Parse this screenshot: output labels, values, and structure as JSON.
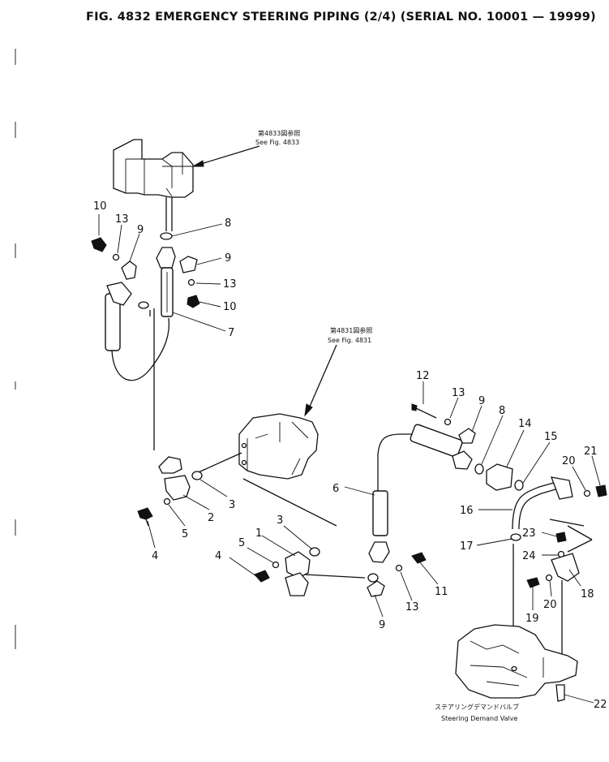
{
  "title": "FIG. 4832  EMERGENCY STEERING PIPING (2/4) (SERIAL NO. 10001 — 19999)",
  "references": {
    "fig4833_jp": "第4833図参照",
    "fig4833_en": "See Fig. 4833",
    "fig4831_jp": "第4831図参照",
    "fig4831_en": "See Fig. 4831",
    "valve_jp": "ステアリングデマンドバルブ",
    "valve_en": "Steering Demand Valve"
  },
  "part_labels": {
    "n10a": "10",
    "n13a": "13",
    "n9a": "9",
    "n8a": "8",
    "n9b": "9",
    "n13b": "13",
    "n10b": "10",
    "n7": "7",
    "n12": "12",
    "n13c": "13",
    "n9c": "9",
    "n8b": "8",
    "n14": "14",
    "n15": "15",
    "n21": "21",
    "n20a": "20",
    "n6": "6",
    "n16": "16",
    "n23": "23",
    "n17": "17",
    "n24": "24",
    "n18": "18",
    "n20b": "20",
    "n19": "19",
    "n22": "22",
    "n3a": "3",
    "n2": "2",
    "n5a": "5",
    "n4a": "4",
    "n3b": "3",
    "n1": "1",
    "n5b": "5",
    "n4b": "4",
    "n11": "11",
    "n13d": "13",
    "n9d": "9"
  }
}
